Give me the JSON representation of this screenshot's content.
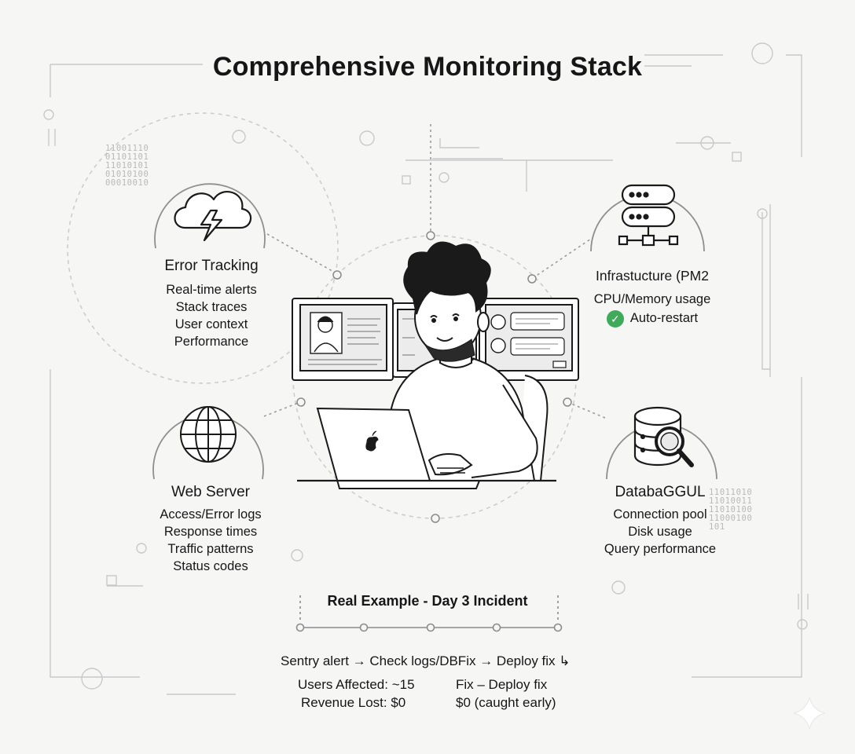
{
  "title": "Comprehensive Monitoring Stack",
  "nodes": {
    "error_tracking": {
      "heading": "Error Tracking",
      "items": [
        "Real-time alerts",
        "Stack traces",
        "User context",
        "Performance"
      ],
      "icon": "cloud-lightning-icon"
    },
    "infrastructure": {
      "heading": "Infrastucture (PM2",
      "items": [
        "CPU/Memory usage"
      ],
      "check_item": "Auto-restart",
      "icon": "server-stack-icon",
      "check_color": "#3faa5a"
    },
    "web_server": {
      "heading": "Web Server",
      "items": [
        "Access/Error logs",
        "Response times",
        "Traffic patterns",
        "Status codes"
      ],
      "icon": "globe-icon"
    },
    "database": {
      "heading": "DatabaGGUL",
      "items": [
        "Connection pool",
        "Disk usage",
        "Query performance"
      ],
      "icon": "database-search-icon"
    }
  },
  "decor": {
    "binary_left": "11001110\n01101101\n11010101\n01010100\n00010010",
    "binary_right": "11011010\n11010011\n11010100\n11000100\n101"
  },
  "incident": {
    "title": "Real Example - Day 3 Incident",
    "flow": "Sentry alert → Check logs/DBFix → Deploy fix ↳",
    "left_stats": [
      "Users Affected: ~15",
      "Revenue Lost: $0"
    ],
    "right_stats": [
      "Fix – Deploy fix",
      "$0 (caught early)"
    ]
  }
}
